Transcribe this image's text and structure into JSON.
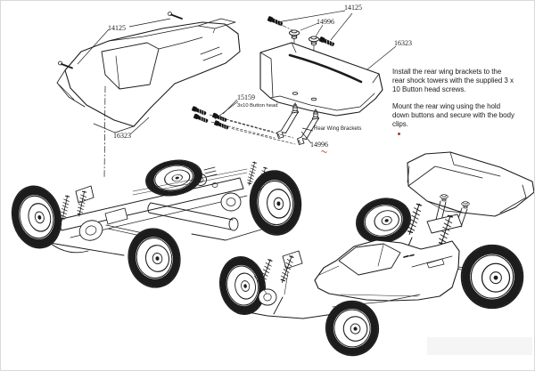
{
  "canvas": {
    "background": "#ffffff",
    "line_color": "#1c1c1c",
    "accent_red": "#a73a2e",
    "border_color": "#d8d8d8"
  },
  "part_labels": {
    "body_clips_part": "14125",
    "wing_screws_part": "14125",
    "hold_down_buttons_part": "14996",
    "rear_wing_part": "16323",
    "body_shell_part": "16323",
    "bracket_screws_part": "15159",
    "bracket_screws_desc": "3x10 Button head",
    "wing_brackets_caption": "Rear Wing Brackets",
    "wing_brackets_part": "14996"
  },
  "instructions": {
    "para1": "Install the rear wing brackets to the\nrear shock towers with the supplied 3 x\n10 Button head screws.",
    "para2": "Mount the rear wing using the hold\ndown buttons and secure with the body\nclips."
  }
}
